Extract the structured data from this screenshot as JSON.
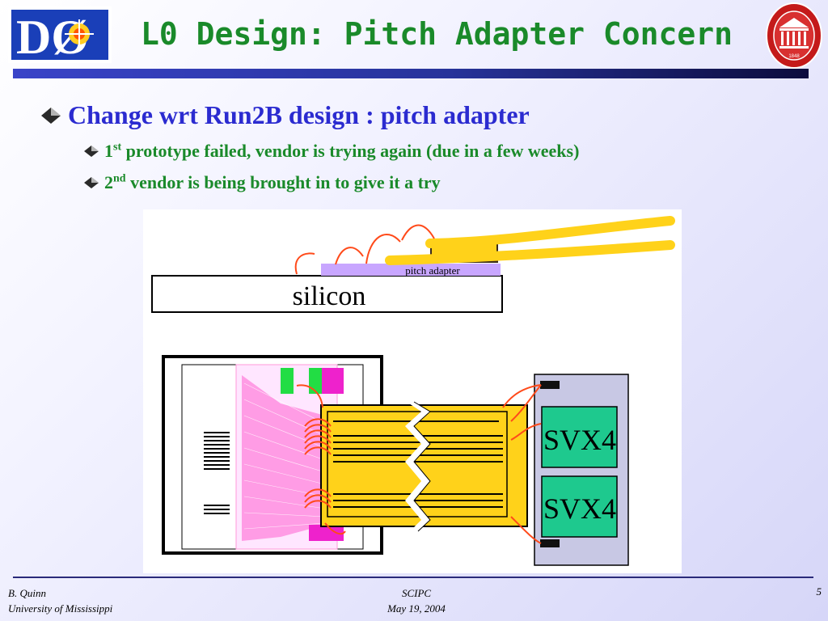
{
  "header": {
    "title": "L0 Design: Pitch Adapter Concern",
    "left_logo_text": "DØ",
    "right_logo": "university-seal",
    "right_logo_year": "1848"
  },
  "bullets": [
    {
      "level": 1,
      "text": "Change wrt Run2B design : pitch adapter"
    },
    {
      "level": 2,
      "prefix": "1",
      "sup": "st",
      "text": " prototype failed, vendor is trying again (due in a few weeks)"
    },
    {
      "level": 2,
      "prefix": "2",
      "sup": "nd",
      "text": " vendor is being brought in to give it a try"
    }
  ],
  "figure": {
    "silicon_label": "silicon",
    "pitch_adapter_label": "pitch adapter",
    "chip_labels": [
      "SVX4",
      "SVX4"
    ]
  },
  "footer": {
    "author": "B. Quinn",
    "institution": "University of Mississippi",
    "event": "SCIPC",
    "date": "May 19, 2004",
    "page": "5"
  },
  "colors": {
    "title_green": "#1a8a2a",
    "heading_blue": "#2b2bd0",
    "flex_yellow": "#ffd21a",
    "wire_orange": "#ff4a1a",
    "chip_green": "#1ec98e",
    "adapter_violet": "#c8a6ff"
  }
}
